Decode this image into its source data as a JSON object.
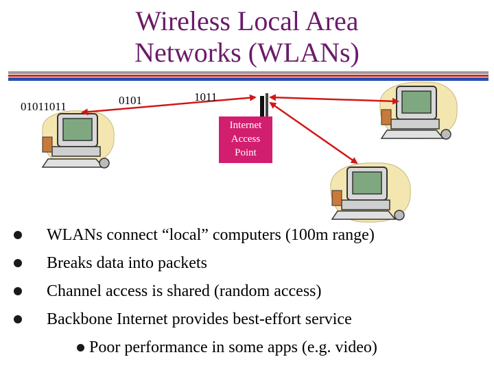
{
  "title": {
    "line1": "Wireless Local Area",
    "line2": "Networks (WLANs)"
  },
  "diagram": {
    "bits_left": "01011011",
    "bits_mid": "0101",
    "bits_right": "1011",
    "access_point": {
      "line1": "Internet",
      "line2": "Access",
      "line3": "Point"
    }
  },
  "bullets": [
    "WLANs connect “local” computers (100m range)",
    "Breaks data into packets",
    "Channel access is shared (random access)",
    "Backbone Internet provides best-effort service"
  ],
  "sub_bullet": "Poor performance in some apps (e.g. video)",
  "colors": {
    "title": "#6a1b6a",
    "access_point_fill": "#d21e6e",
    "link_arrow": "#d01818"
  }
}
